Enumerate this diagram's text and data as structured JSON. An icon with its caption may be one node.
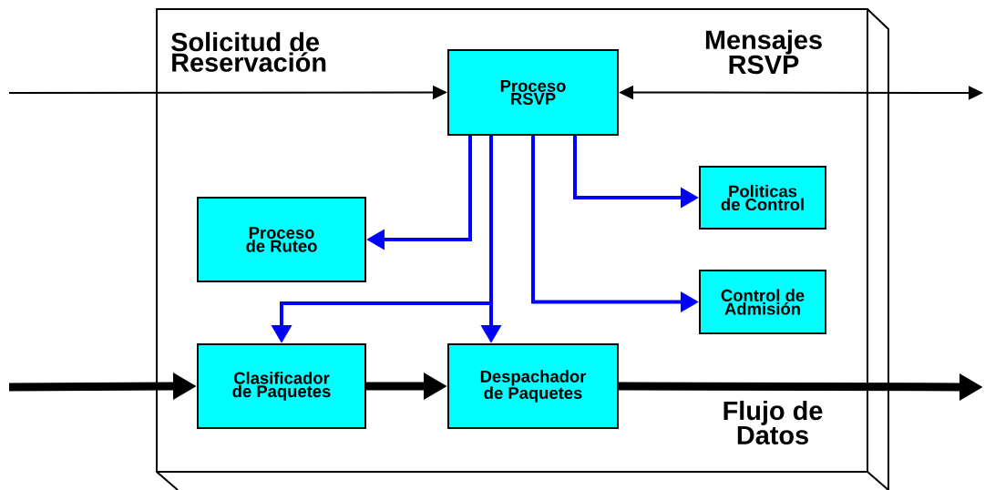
{
  "diagram": {
    "nodes": [
      {
        "text": [],
        "shape": "box"
      },
      {
        "text": [
          "Proceso RSVP"
        ],
        "in": 0
      },
      {
        "text": [
          "Politicas de Control"
        ],
        "in": 0
      },
      {
        "text": [
          "Proceso de Ruteo"
        ],
        "in": 0
      },
      {
        "text": [
          "Control de Admisión"
        ],
        "in": 0
      },
      {
        "text": [
          "Clasificador de Paquetes"
        ],
        "in": 0
      },
      {
        "text": [
          "Despachador de Paquetes"
        ],
        "in": 0
      }
    ],
    "edges": [
      {
        "from": null,
        "to": 1,
        "arrow": "to",
        "label": "Solicitud de Reservación"
      },
      {
        "from": 1,
        "to": null,
        "arrow": "both",
        "label": "Mensajes RSVP"
      },
      {
        "from": 1,
        "to": 3,
        "arrow": "to",
        "color": "#0000ff"
      },
      {
        "from": 1,
        "to": 2,
        "arrow": "to",
        "color": "#0000ff"
      },
      {
        "from": 1,
        "to": 4,
        "arrow": "to",
        "color": "#0000ff"
      },
      {
        "from": 1,
        "to": 6,
        "arrow": "to",
        "color": "#0000ff"
      },
      {
        "from": 1,
        "to": 5,
        "arrow": "to",
        "color": "#0000ff"
      },
      {
        "from": null,
        "to": 5,
        "arrow": "to",
        "style": "thick"
      },
      {
        "from": 5,
        "to": 6,
        "arrow": "to",
        "style": "thick"
      },
      {
        "from": 6,
        "to": null,
        "arrow": "to",
        "style": "thick",
        "label": "Flujo de Datos"
      }
    ]
  }
}
